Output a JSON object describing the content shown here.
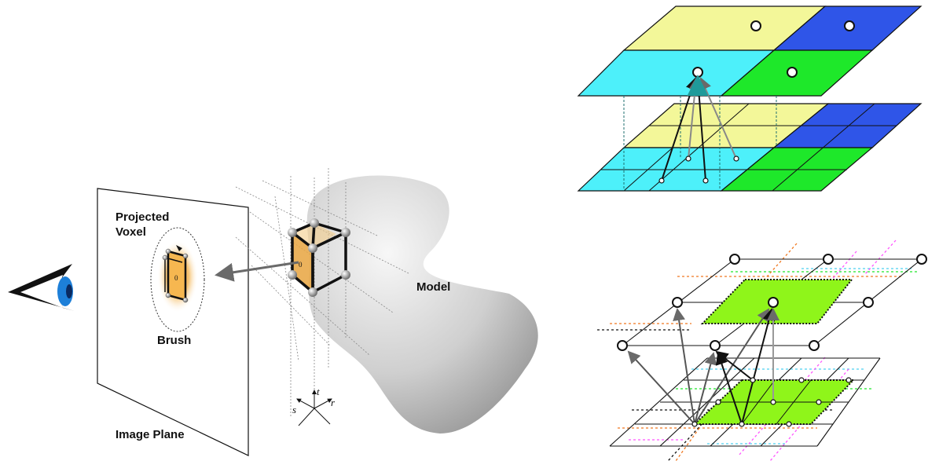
{
  "labels": {
    "projected_voxel_line1": "Projected",
    "projected_voxel_line2": "Voxel",
    "brush": "Brush",
    "model": "Model",
    "image_plane": "Image Plane",
    "axis_s": "s",
    "axis_t": "t",
    "axis_r": "r",
    "brush_mark": "0",
    "voxel_mark": "0"
  },
  "colors": {
    "yellow": "#f3f799",
    "blue": "#2f55e8",
    "cyan": "#4df0fa",
    "green": "#1ee82a",
    "lime": "#8ff51a",
    "orange": "#f0a030",
    "eye_iris": "#1d7fd8"
  },
  "icons": {
    "eye": "eye-icon",
    "model": "model-blob",
    "voxel": "voxel-cube"
  }
}
